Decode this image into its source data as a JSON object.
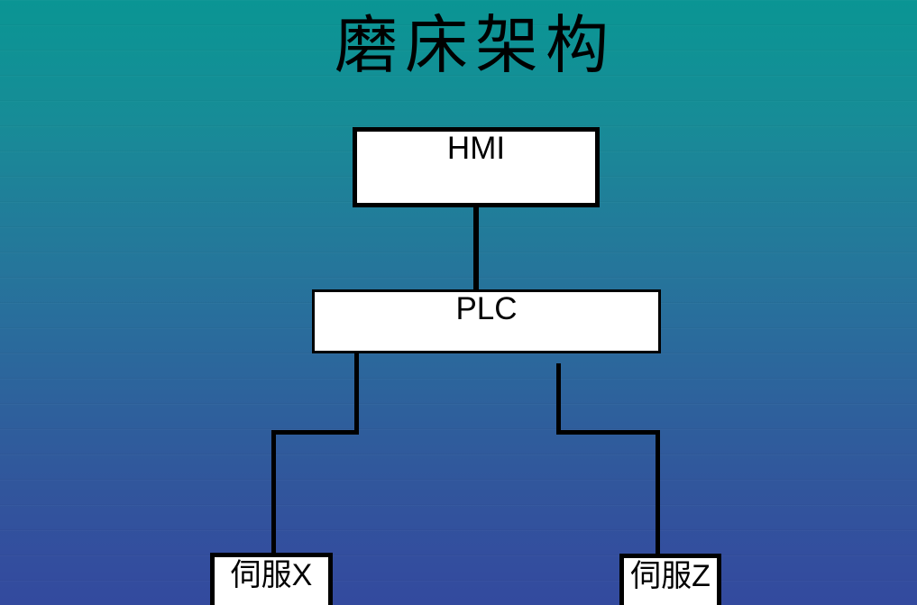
{
  "title": "磨床架构",
  "diagram": {
    "nodes": [
      {
        "id": "hmi",
        "label": "HMI"
      },
      {
        "id": "plc",
        "label": "PLC"
      },
      {
        "id": "servo_x",
        "label": "伺服X"
      },
      {
        "id": "servo_z",
        "label": "伺服Z"
      }
    ],
    "edges": [
      {
        "from": "HMI",
        "to": "PLC"
      },
      {
        "from": "PLC",
        "to": "伺服X"
      },
      {
        "from": "PLC",
        "to": "伺服Z"
      }
    ]
  },
  "colors": {
    "background_top": "#0a9594",
    "background_bottom": "#334a9e",
    "node_fill": "#ffffff",
    "node_border": "#000000",
    "connector": "#000000",
    "title_color": "#000000"
  }
}
